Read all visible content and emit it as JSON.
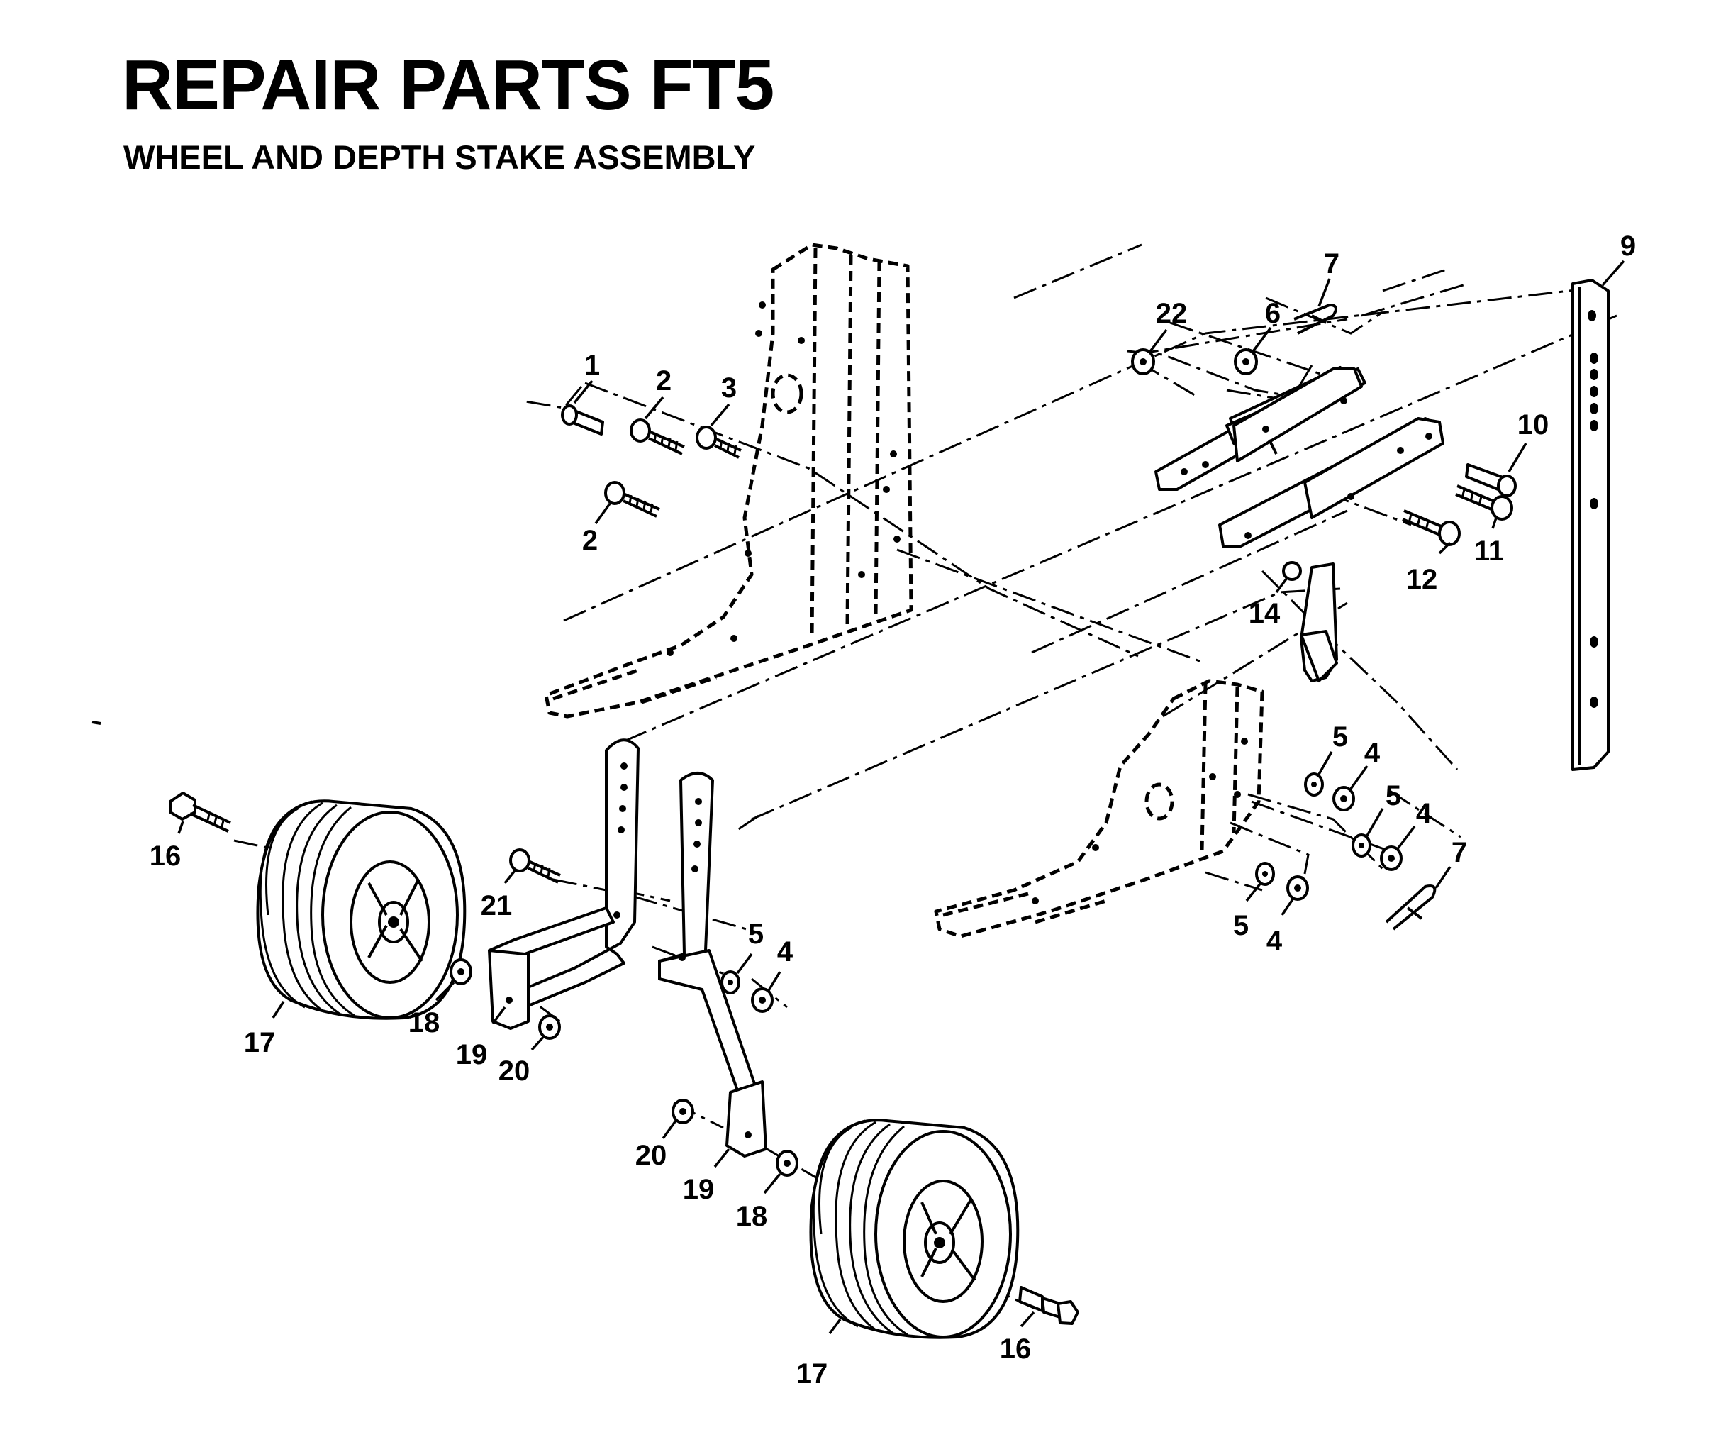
{
  "header": {
    "title": "REPAIR PARTS FT5",
    "subtitle": "WHEEL AND DEPTH STAKE ASSEMBLY"
  },
  "diagram": {
    "kind": "exploded-parts-view",
    "callout_labels": [
      "1",
      "2",
      "3",
      "2",
      "22",
      "6",
      "7",
      "9",
      "10",
      "11",
      "12",
      "14",
      "5",
      "4",
      "5",
      "4",
      "7",
      "5",
      "4",
      "16",
      "21",
      "17",
      "18",
      "19",
      "20",
      "5",
      "4",
      "20",
      "19",
      "18",
      "17",
      "16"
    ],
    "icons": [
      "tine-shield-left",
      "tine-shield-right",
      "depth-stake",
      "hitch-bracket",
      "wheel-left",
      "wheel-right",
      "wheel-bracket-left",
      "wheel-bracket-right",
      "bolt",
      "washer",
      "hex-nut",
      "hairpin-clip"
    ]
  }
}
